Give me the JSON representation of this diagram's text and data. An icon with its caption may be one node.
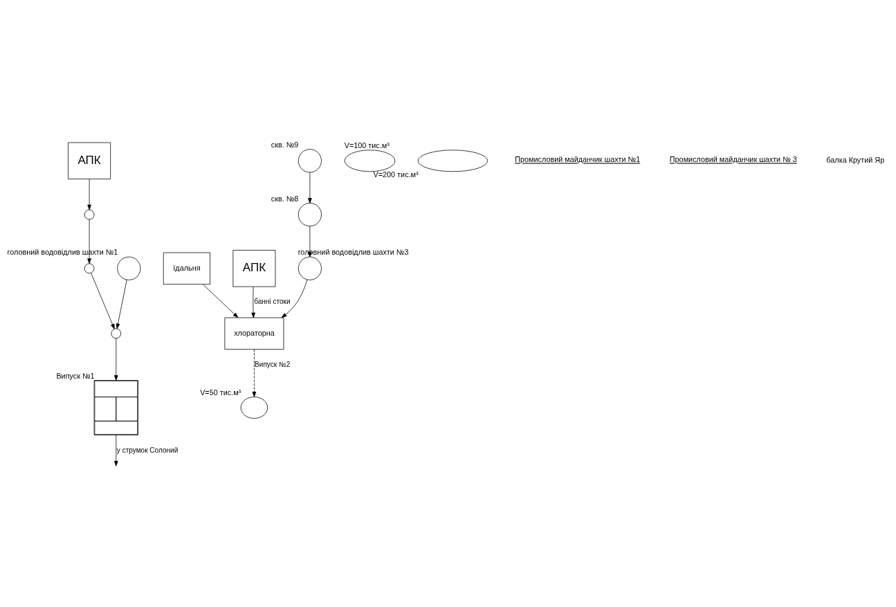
{
  "diagram": {
    "nodes": [
      {
        "text": [],
        "shape": "box",
        "beside": [
          "Випуск №1"
        ]
      },
      {
        "text": [],
        "shape": "circle"
      },
      {
        "text": [],
        "shape": "circle"
      },
      {
        "text": [],
        "shape": "circle"
      },
      {
        "text": [
          "головний водовідлив шахти №1"
        ]
      },
      {
        "text": [
          "АПК"
        ]
      },
      {
        "text": [
          "скв. №8"
        ]
      },
      {
        "text": [
          "скв. №9"
        ]
      },
      {
        "text": [
          "головний водовідлив шахти №3"
        ]
      },
      {
        "text": [
          "їдальня"
        ]
      },
      {
        "text": [
          "АПК"
        ]
      },
      {
        "text": [
          "хлораторна"
        ]
      },
      {
        "text": [
          "V=50 тис.м³"
        ]
      },
      {
        "text": [
          "V=100 тис.м³"
        ]
      },
      {
        "text": [
          "V=200 тис.м³"
        ]
      }
    ],
    "edges": [
      {
        "from": 0,
        "to": null,
        "arrow": "to",
        "label": "у струмок Солоний"
      },
      {
        "from": 1,
        "to": 0,
        "arrow": "to"
      },
      {
        "from": 2,
        "to": 1,
        "arrow": "to"
      },
      {
        "from": 3,
        "to": 2,
        "arrow": "to"
      },
      {
        "from": 5,
        "to": 3,
        "arrow": "to"
      },
      {
        "from": 4,
        "to": 1,
        "arrow": "to"
      },
      {
        "from": 7,
        "to": 6,
        "arrow": "to"
      },
      {
        "from": 6,
        "to": 8,
        "arrow": "to"
      },
      {
        "from": 8,
        "to": 11,
        "arrow": "to"
      },
      {
        "from": 9,
        "to": 11,
        "arrow": "to"
      },
      {
        "from": 10,
        "to": 11,
        "arrow": "to",
        "label": "банні стоки"
      },
      {
        "from": 11,
        "to": 12,
        "arrow": "to",
        "style": "dashed",
        "label": "Випуск №2"
      }
    ],
    "labels": [
      "Промисловий майданчик шахти №1",
      "Промисловий майданчик шахти № 3",
      "балка Крутий Яр"
    ]
  }
}
